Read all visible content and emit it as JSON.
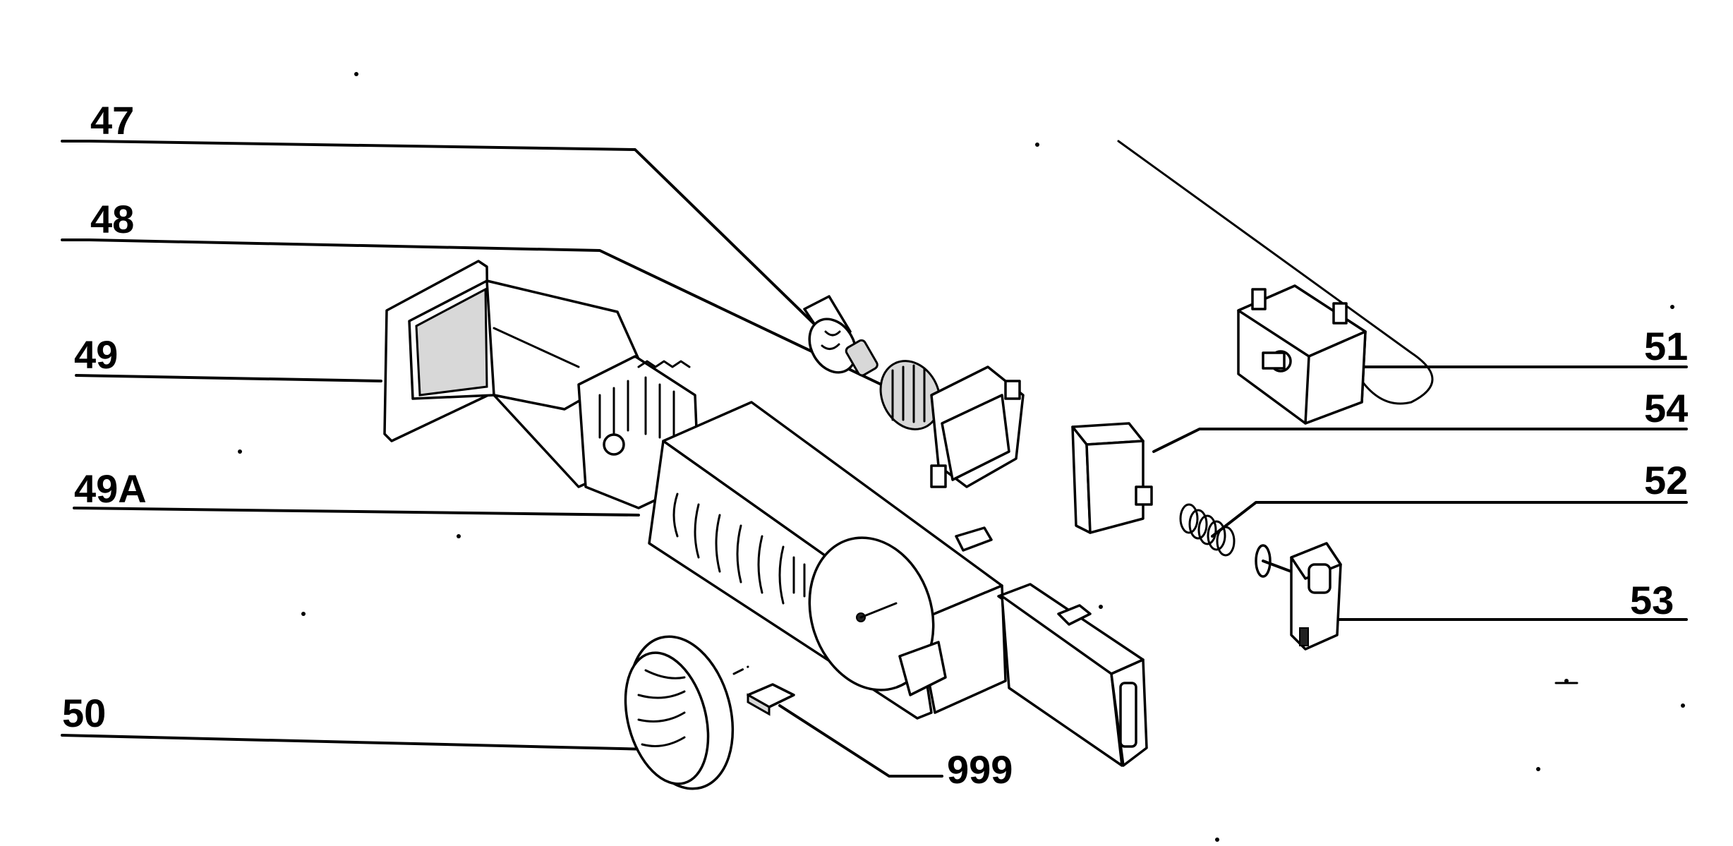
{
  "diagram": {
    "callouts": [
      {
        "id": "47",
        "label": "47"
      },
      {
        "id": "48",
        "label": "48"
      },
      {
        "id": "49",
        "label": "49"
      },
      {
        "id": "49A",
        "label": "49A"
      },
      {
        "id": "50",
        "label": "50"
      },
      {
        "id": "51",
        "label": "51"
      },
      {
        "id": "54",
        "label": "54"
      },
      {
        "id": "52",
        "label": "52"
      },
      {
        "id": "53",
        "label": "53"
      },
      {
        "id": "999",
        "label": "999"
      }
    ]
  }
}
